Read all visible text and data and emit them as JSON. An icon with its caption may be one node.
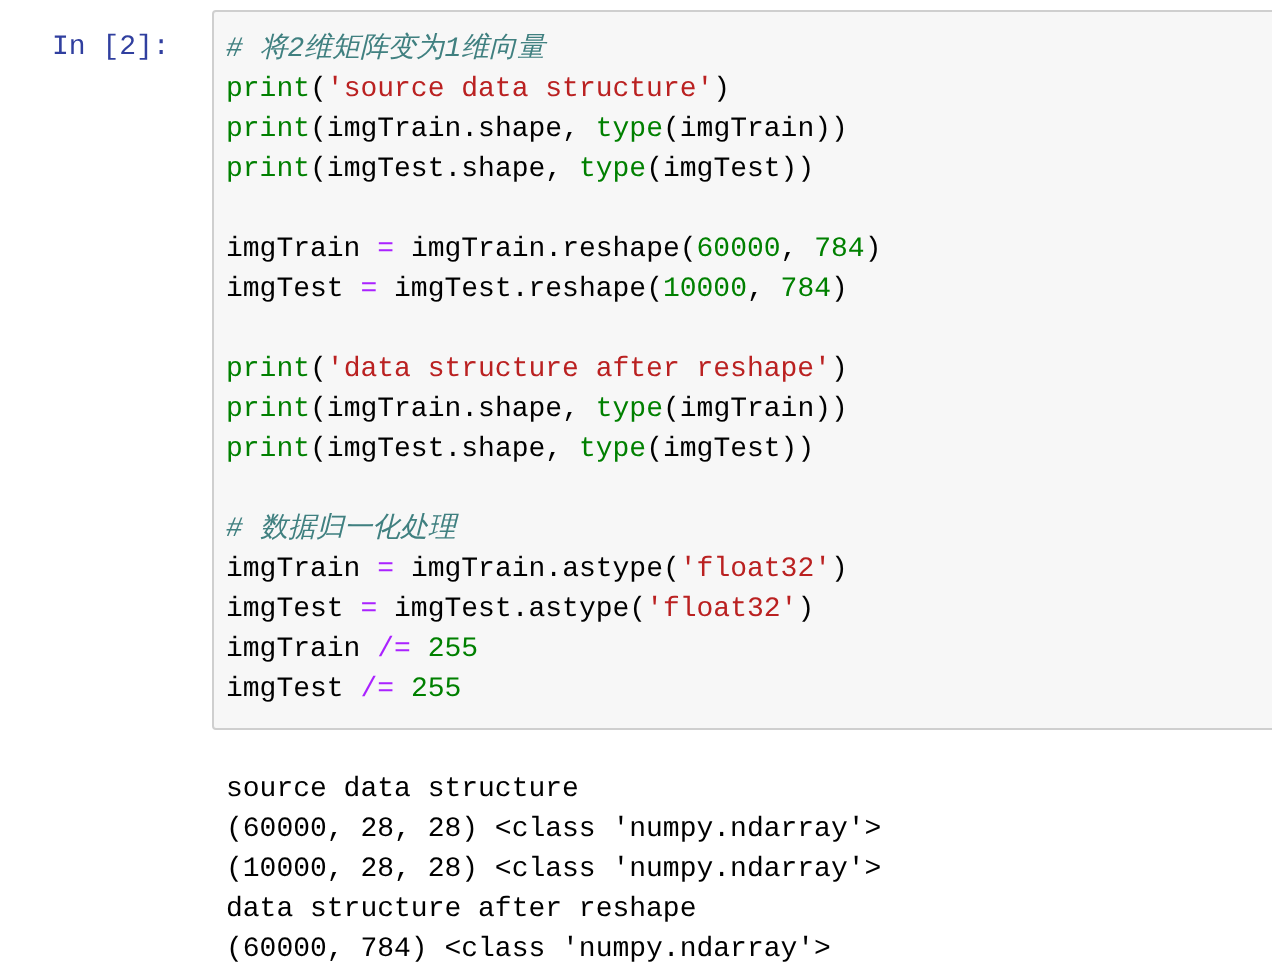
{
  "diagram": {
    "nodes": [
      {
        "text": [
          "# 将2维矩阵变为1维向量",
          "print('source data structure')",
          "print(imgTrain.shape, type(imgTrain))",
          "print(imgTest.shape, type(imgTest))",
          "imgTrain = imgTrain.reshape(60000, 784)",
          "imgTest = imgTest.reshape(10000, 784)",
          "print('data structure after reshape')",
          "print(imgTrain.shape, type(imgTrain))",
          "print(imgTest.shape, type(imgTest))",
          "# 数据归一化处理",
          "imgTrain = imgTrain.astype('float32')",
          "imgTest = imgTest.astype('float32')",
          "imgTrain /= 255",
          "imgTest /= 255"
        ]
      }
    ],
    "labels": [
      "In [2]:",
      "source data structure",
      "(60000, 28, 28) <class 'numpy.ndarray'>",
      "(10000, 28, 28) <class 'numpy.ndarray'>",
      "data structure after reshape",
      "(60000, 784) <class 'numpy.ndarray'>"
    ]
  }
}
